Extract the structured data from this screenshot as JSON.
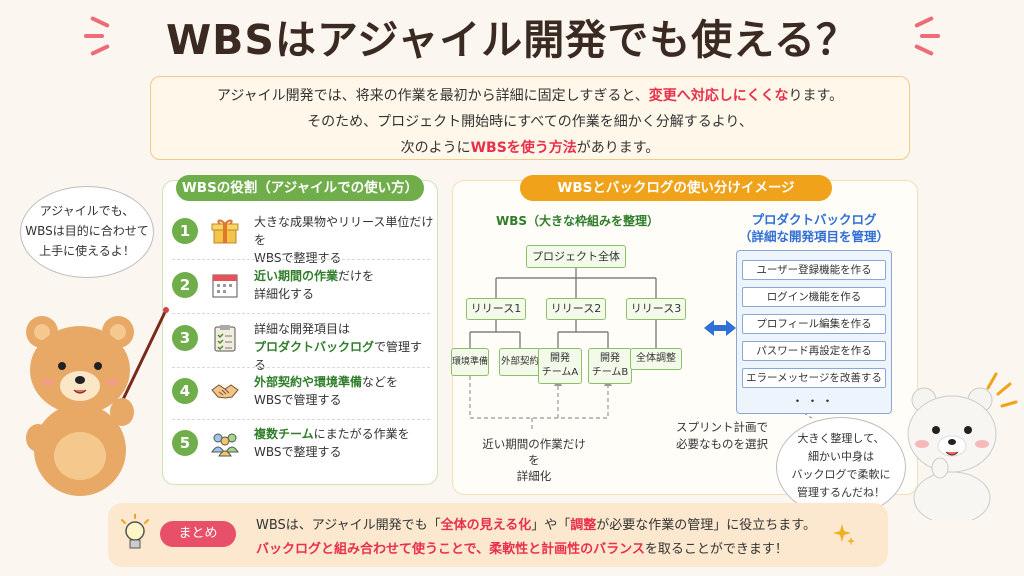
{
  "title": "WBSはアジャイル開発でも使える？",
  "intro": {
    "line1_a": "アジャイル開発では、将来の作業を最初から詳細に固定しすぎると、",
    "line1_red": "変更へ対応しにくくな",
    "line1_b": "ります。",
    "line2": "そのため、プロジェクト開始時にすべての作業を細かく分解するより、",
    "line3_a": "次のように",
    "line3_red": "WBSを使う方法",
    "line3_b": "があります。"
  },
  "left_section": {
    "header": "WBSの役割（アジャイルでの使い方）",
    "items": [
      {
        "num": "1",
        "icon": "gift-box-icon",
        "line1": "大きな成果物やリリース単位だけを",
        "line2": "WBSで整理する"
      },
      {
        "num": "2",
        "icon": "calendar-icon",
        "line1_bold": "近い期間の作業",
        "line1": "だけを",
        "line2": "詳細化する"
      },
      {
        "num": "3",
        "icon": "clipboard-checklist-icon",
        "line1": "詳細な開発項目は",
        "line2_bold": "プロダクトバックログ",
        "line2": "で管理する"
      },
      {
        "num": "4",
        "icon": "handshake-icon",
        "line1_bold": "外部契約や環境準備",
        "line1": "などを",
        "line2": "WBSで管理する"
      },
      {
        "num": "5",
        "icon": "team-people-icon",
        "line1_bold": "複数チーム",
        "line1": "にまたがる作業を",
        "line2": "WBSで整理する"
      }
    ]
  },
  "right_section": {
    "header": "WBSとバックログの使い分けイメージ",
    "wbs_label": "WBS（大きな枠組みを整理）",
    "root": "プロジェクト全体",
    "releases": [
      "リリース1",
      "リリース2",
      "リリース3"
    ],
    "leaves": [
      {
        "l1": "環境準備",
        "l2": ""
      },
      {
        "l1": "外部契約",
        "l2": ""
      },
      {
        "l1": "開発",
        "l2": "チームA"
      },
      {
        "l1": "開発",
        "l2": "チームB"
      },
      {
        "l1": "全体調整",
        "l2": ""
      }
    ],
    "near_term_1": "近い期間の作業だけを",
    "near_term_2": "詳細化",
    "backlog_title_1": "プロダクトバックログ",
    "backlog_title_2": "（詳細な開発項目を管理）",
    "backlog_items": [
      "ユーザー登録機能を作る",
      "ログイン機能を作る",
      "プロフィール編集を作る",
      "パスワード再設定を作る",
      "エラーメッセージを改善する"
    ],
    "ellipsis": "・・・",
    "sprint_1": "スプリント計画で",
    "sprint_2": "必要なものを選択"
  },
  "bubbles": {
    "left": [
      "アジャイルでも、",
      "WBSは目的に合わせて",
      "上手に使えるよ！"
    ],
    "right": [
      "大きく整理して、",
      "細かい中身は",
      "バックログで柔軟に",
      "管理するんだね！"
    ]
  },
  "summary": {
    "badge": "まとめ",
    "line1_a": "WBSは、アジャイル開発でも「",
    "line1_red1": "全体の見える化",
    "line1_b": "」や「",
    "line1_red2": "調整",
    "line1_c": "が必要な作業の管理」に役立ちます。",
    "line2_red": "バックログと組み合わせて使うことで、柔軟性と計画性のバランス",
    "line2_b": "を取ることができます！"
  },
  "colors": {
    "accent_red": "#e8304a",
    "green": "#6fae4a",
    "orange": "#f0a21a",
    "blue": "#2f6fd6"
  }
}
